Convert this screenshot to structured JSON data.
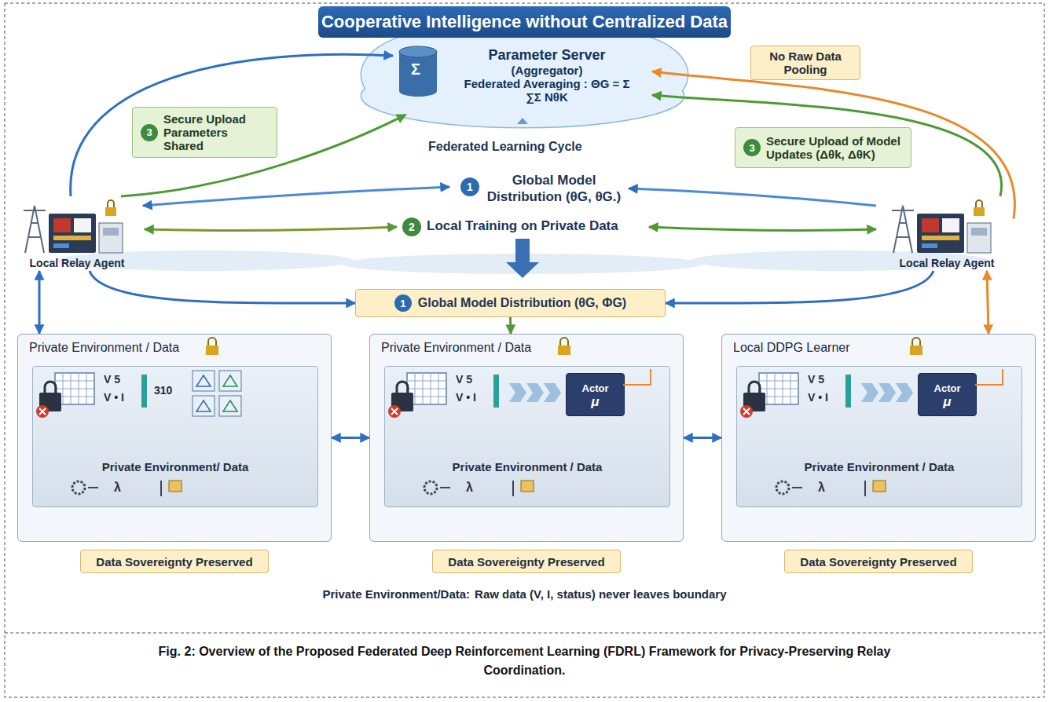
{
  "diagram": {
    "title": "Cooperative Intelligence without Centralized Data",
    "caption": "Fig. 2: Overview of the Proposed Federated Deep Reinforcement Learning (FDRL) Framework for Privacy-Preserving Relay Coordination.",
    "nodes": [
      {
        "text": [
          "Parameter Server",
          "(Aggregator)",
          "Federated Averaging : ΘG = Σ",
          "∑Σ NθK"
        ]
      },
      {
        "text": [
          "No Raw Data Pooling"
        ]
      },
      {
        "text": [
          "3",
          "Secure Upload Parameters Shared"
        ]
      },
      {
        "text": [
          "3",
          "Secure Upload of Model Updates (Δθk, ΔθK)"
        ]
      },
      {
        "text": [
          "Local Relay Agent"
        ]
      },
      {
        "text": [
          "Local Relay Agent"
        ]
      },
      {
        "text": [
          "1",
          "Global Model Distribution (θG, ΦG)"
        ]
      },
      {
        "text": [
          "Private Environment / Data"
        ]
      },
      {
        "text": [
          "Private Environment/ Data"
        ],
        "in": 7
      },
      {
        "text": [
          "Private Environment / Data"
        ]
      },
      {
        "text": [
          "Private Environment / Data"
        ],
        "in": 9
      },
      {
        "text": [
          "Actor",
          "μ"
        ],
        "in": 10
      },
      {
        "text": [
          "Local DDPG Learner"
        ]
      },
      {
        "text": [
          "Private Environment / Data"
        ],
        "in": 12
      },
      {
        "text": [
          "Actor",
          "μ"
        ],
        "in": 13
      },
      {
        "text": [
          "Data Sovereignty Preserved"
        ]
      },
      {
        "text": [
          "Data Sovereignty Preserved"
        ]
      },
      {
        "text": [
          "Data Sovereignty Preserved"
        ]
      }
    ],
    "edges": [
      {
        "from": 4,
        "to": 0,
        "arrow": "to"
      },
      {
        "from": 4,
        "to": 0,
        "arrow": "to"
      },
      {
        "from": 5,
        "to": 0,
        "arrow": "to"
      },
      {
        "from": 5,
        "to": 0,
        "arrow": "to"
      },
      {
        "from": 4,
        "to": 6,
        "arrow": "to"
      },
      {
        "from": 5,
        "to": 6,
        "arrow": "to"
      },
      {
        "from": 4,
        "to": 7,
        "arrow": "both"
      },
      {
        "from": 5,
        "to": 12,
        "arrow": "both"
      },
      {
        "from": 7,
        "to": 9,
        "arrow": "both"
      },
      {
        "from": 9,
        "to": 12,
        "arrow": "both"
      },
      {
        "from": 6,
        "to": 9,
        "arrow": "to"
      }
    ],
    "labels": [
      "Σ",
      "Federated Learning Cycle",
      "1",
      "Global Model Distribution (θG, θG.)",
      "2",
      "Local Training on Private Data",
      "V 5",
      "V • I",
      "310",
      "λ",
      "V 5",
      "V • I",
      "λ",
      "V 5",
      "V • I",
      "λ",
      "Private Environment/Data:",
      "Raw data (V, I, status) never leaves boundary"
    ]
  }
}
